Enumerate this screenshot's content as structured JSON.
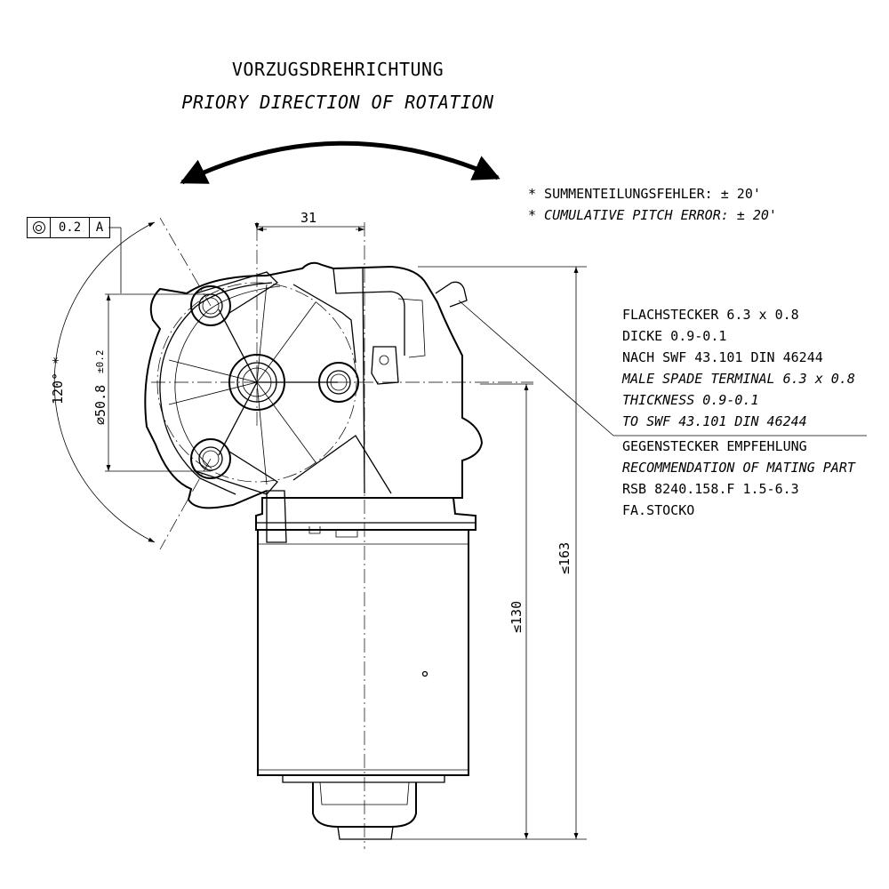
{
  "rotation": {
    "label_de": "VORZUGSDREHRICHTUNG",
    "label_en": "PRIORY DIRECTION OF ROTATION"
  },
  "pitch_note": {
    "de": "* SUMMENTEILUNGSFEHLER: ± 20'",
    "en": "* CUMULATIVE PITCH ERROR: ± 20'"
  },
  "feature_control_frame": {
    "symbol": "concentricity-icon",
    "tolerance": "0.2",
    "datum": "A"
  },
  "dimensions": {
    "width_offset": "31",
    "angle": "120° *",
    "diameter": "∅50.8",
    "diameter_tol": "±0.2",
    "height_motor": "≤130",
    "height_total": "≤163"
  },
  "terminal_note": {
    "lines": [
      "FLACHSTECKER 6.3 x 0.8",
      "DICKE 0.9-0.1",
      "NACH SWF 43.101 DIN 46244",
      "MALE SPADE TERMINAL 6.3 x 0.8",
      "THICKNESS 0.9-0.1",
      "TO SWF 43.101 DIN 46244"
    ]
  },
  "mating_note": {
    "lines": [
      "GEGENSTECKER EMPFEHLUNG",
      "RECOMMENDATION OF MATING PART",
      "RSB 8240.158.F 1.5-6.3",
      "FA.STOCKO"
    ]
  }
}
